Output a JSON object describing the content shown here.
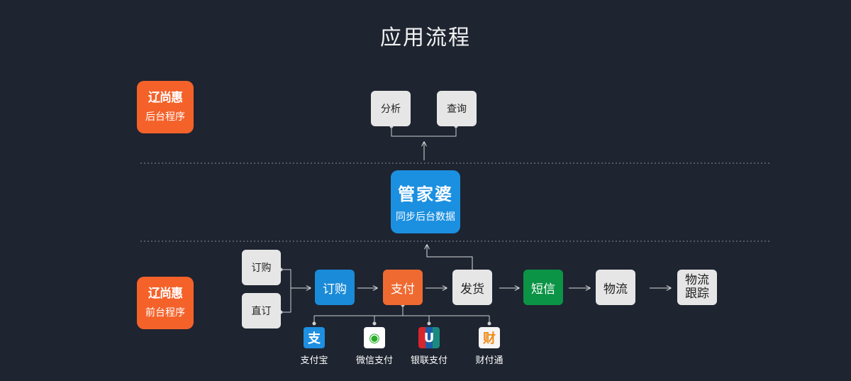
{
  "title": "应用流程",
  "backend": {
    "logo": "辽尚惠",
    "label": "后台程序"
  },
  "frontend": {
    "logo": "辽尚惠",
    "label": "前台程序"
  },
  "top_actions": {
    "analysis": "分析",
    "query": "查询"
  },
  "sync": {
    "brand": "管家婆",
    "label": "同步后台数据"
  },
  "sources": {
    "order": "订购",
    "direct": "直订"
  },
  "flow": {
    "order": "订购",
    "pay": "支付",
    "ship": "发货",
    "sms": "短信",
    "logistics": "物流",
    "tracking": "物流\n跟踪"
  },
  "payments": [
    {
      "label": "支付宝",
      "icon": "alipay-icon",
      "glyph": "支"
    },
    {
      "label": "微信支付",
      "icon": "wechat-pay-icon",
      "glyph": "◉"
    },
    {
      "label": "银联支付",
      "icon": "unionpay-icon",
      "glyph": "U"
    },
    {
      "label": "财付通",
      "icon": "tenpay-icon",
      "glyph": "财"
    }
  ],
  "colors": {
    "background": "#1e2430",
    "orange": "#f4622a",
    "blue": "#1a8bd8",
    "green": "#0c9446",
    "box": "#e6e6e6"
  }
}
